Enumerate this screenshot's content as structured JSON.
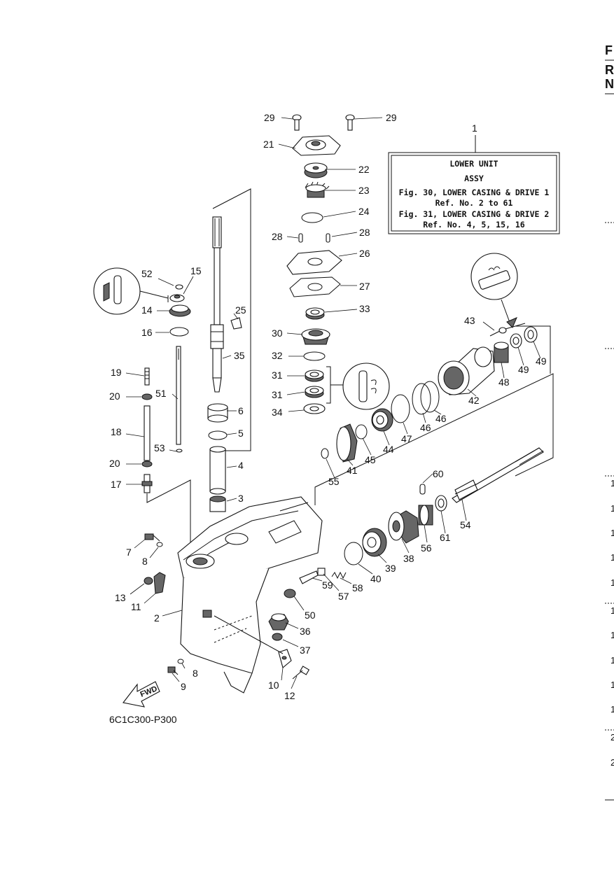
{
  "edge": {
    "letters": [
      "F",
      "R",
      "N"
    ]
  },
  "right_edge_fragments": [
    "1",
    "1",
    "1",
    "1",
    "1",
    "1",
    "1",
    "1",
    "1",
    "1",
    "2",
    "2"
  ],
  "info_box": {
    "ref": "1",
    "line1": "LOWER UNIT",
    "line2": "ASSY",
    "line3": "Fig. 30, LOWER CASING & DRIVE 1",
    "line4": "Ref. No. 2 to 61",
    "line5": "Fig. 31, LOWER CASING & DRIVE 2",
    "line6": "Ref. No. 4, 5, 15, 16"
  },
  "fwd_label": "FWD",
  "figure_code": "6C1C300-P300",
  "callouts": {
    "c29a": "29",
    "c29b": "29",
    "c21": "21",
    "c22": "22",
    "c23": "23",
    "c24": "24",
    "c28a": "28",
    "c28b": "28",
    "c26": "26",
    "c27": "27",
    "c33": "33",
    "c30": "30",
    "c32": "32",
    "c31a": "31",
    "c31b": "31",
    "c34": "34",
    "c52": "52",
    "c15": "15",
    "c14": "14",
    "c16": "16",
    "c25": "25",
    "c35": "35",
    "c19": "19",
    "c51": "51",
    "c20a": "20",
    "c6": "6",
    "c5": "5",
    "c18": "18",
    "c53": "53",
    "c4": "4",
    "c20b": "20",
    "c17": "17",
    "c3": "3",
    "c7": "7",
    "c8a": "8",
    "c13": "13",
    "c11": "11",
    "c2": "2",
    "c9": "9",
    "c8b": "8",
    "c10": "10",
    "c12": "12",
    "c36": "36",
    "c37": "37",
    "c50": "50",
    "c59": "59",
    "c57": "57",
    "c58": "58",
    "c40": "40",
    "c39": "39",
    "c38": "38",
    "c56": "56",
    "c61": "61",
    "c60": "60",
    "c54": "54",
    "c55": "55",
    "c41": "41",
    "c45": "45",
    "c44": "44",
    "c47": "47",
    "c46a": "46",
    "c46b": "46",
    "c42": "42",
    "c48": "48",
    "c49a": "49",
    "c49b": "49",
    "c43": "43"
  }
}
